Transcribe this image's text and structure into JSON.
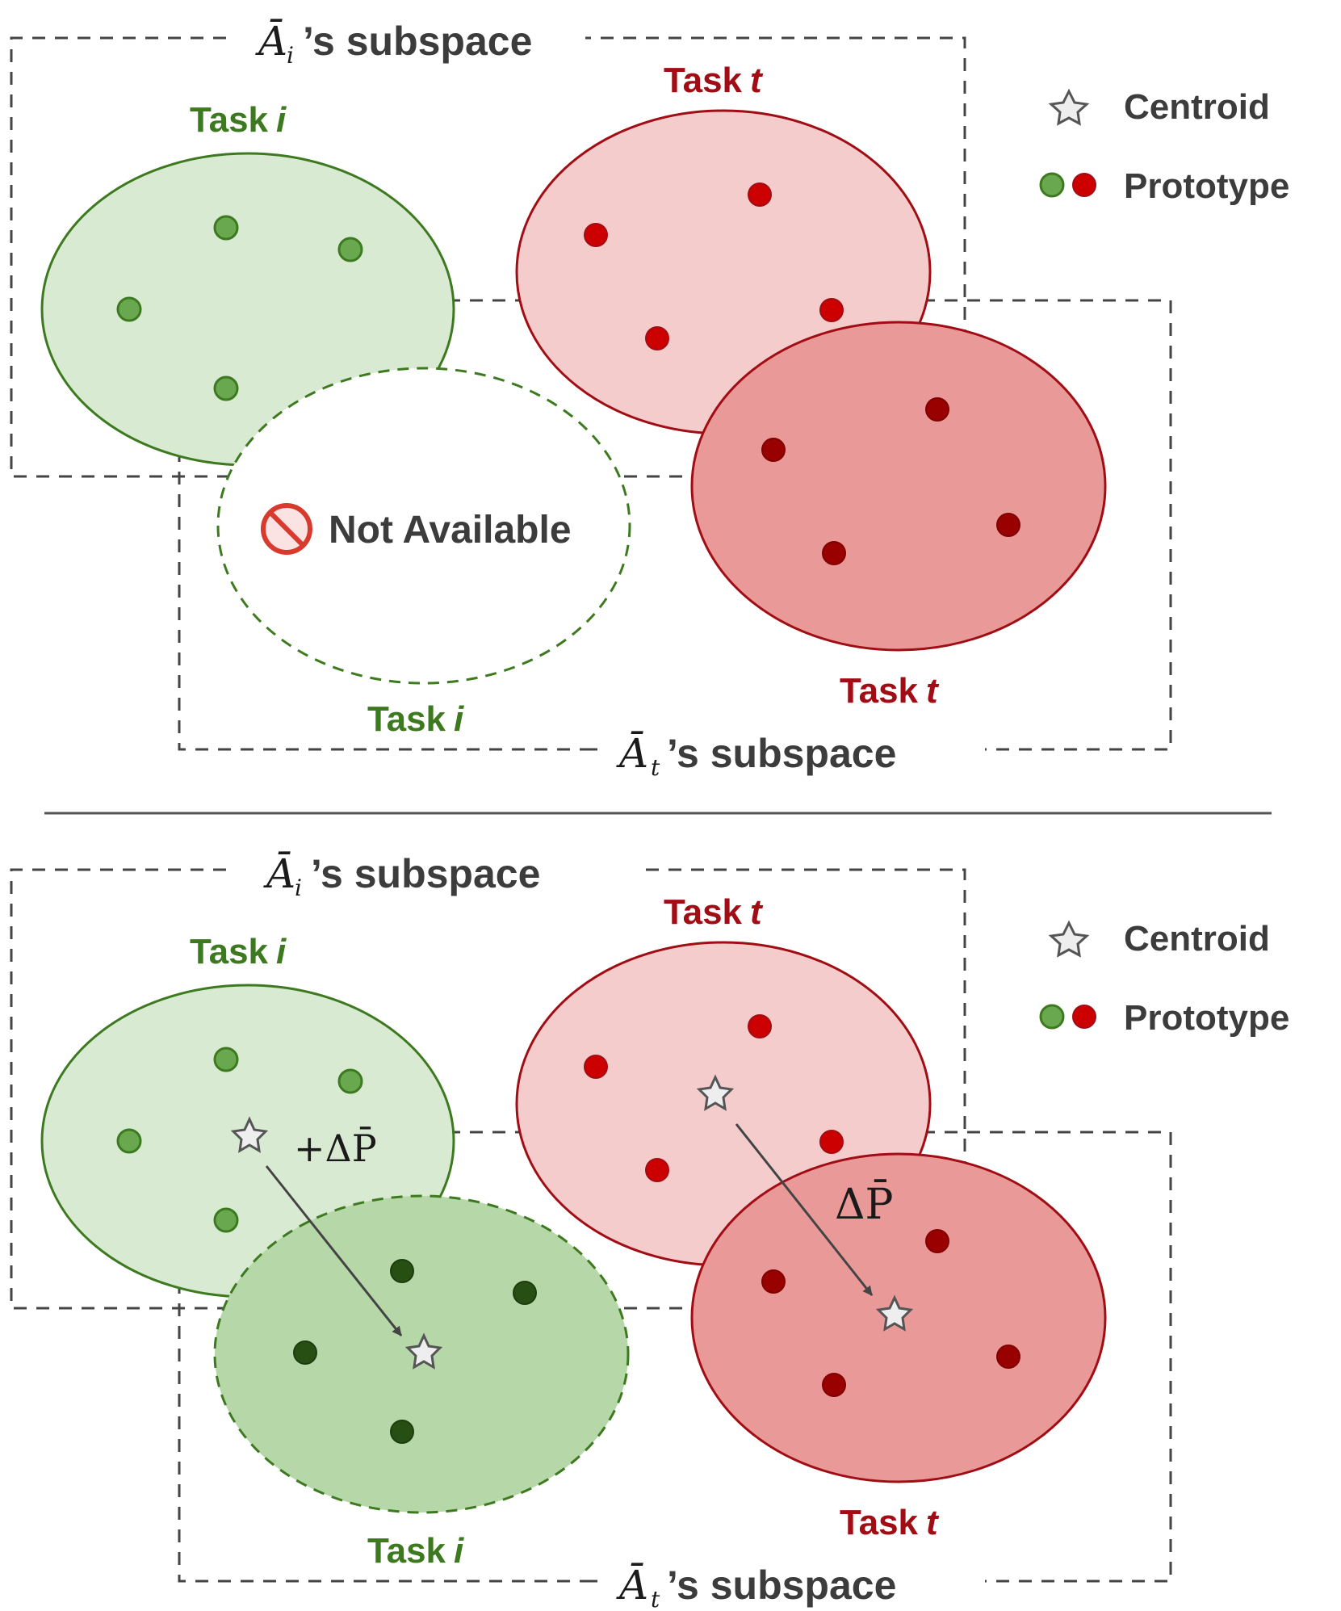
{
  "colors": {
    "green_light_fill": "#d9ead3",
    "green_stroke": "#3d7a1f",
    "green_mid_fill": "#b6d7a8",
    "green_dot": "#6aa84f",
    "green_dark_dot": "#274e13",
    "red_light_fill": "#f4cccc",
    "red_mid_fill": "#ea9999",
    "red_stroke": "#a10d14",
    "red_dot": "#cc0000",
    "red_dark_dot": "#990000",
    "text_gray": "#3c3c3c"
  },
  "legend": {
    "centroid": "Centroid",
    "prototype": "Prototype",
    "centroid_icon": "star-icon",
    "prototype_icon": "dot-pair-icon"
  },
  "panel_top": {
    "subspace_i": "’s subspace",
    "subspace_t": "’s subspace",
    "task_word": "Task",
    "task_i_var": "i",
    "task_t_var": "t",
    "not_available": "Not Available",
    "not_available_icon": "prohibited-icon"
  },
  "panel_bottom": {
    "subspace_i": "’s subspace",
    "subspace_t": "’s subspace",
    "task_word": "Task",
    "task_i_var": "i",
    "task_t_var": "t",
    "delta_plus": "+ΔP̄",
    "delta": "ΔP̄"
  },
  "math": {
    "A_bar": "Ā",
    "sub_i": "i",
    "sub_t": "t"
  }
}
